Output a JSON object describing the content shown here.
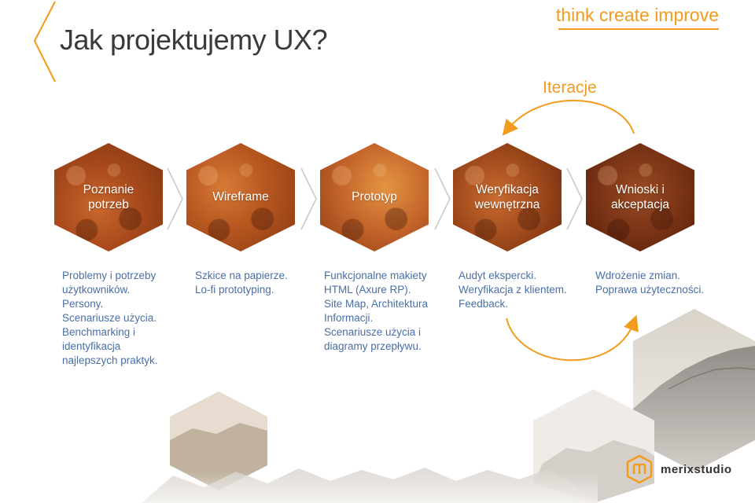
{
  "header": {
    "title": "Jak projektujemy UX?",
    "tagline": "think create improve"
  },
  "iteration": {
    "label": "Iteracje"
  },
  "steps": [
    {
      "label_line1": "Poznanie",
      "label_line2": "potrzeb",
      "description": [
        "Problemy i potrzeby",
        "użytkowników.",
        "Persony.",
        "Scenariusze użycia.",
        "Benchmarking i",
        "identyfikacja",
        "najlepszych praktyk."
      ]
    },
    {
      "label_line1": "Wireframe",
      "label_line2": "",
      "description": [
        "Szkice na papierze.",
        "Lo-fi prototyping."
      ]
    },
    {
      "label_line1": "Prototyp",
      "label_line2": "",
      "description": [
        "Funkcjonalne makiety",
        "HTML (Axure RP).",
        "Site Map, Architektura",
        "Informacji.",
        "Scenariusze użycia i",
        "diagramy przepływu."
      ]
    },
    {
      "label_line1": "Weryfikacja",
      "label_line2": "wewnętrzna",
      "description": [
        "Audyt ekspercki.",
        "Weryfikacja z klientem.",
        "Feedback."
      ]
    },
    {
      "label_line1": "Wnioski i",
      "label_line2": "akceptacja",
      "description": [
        "Wdrożenie zmian.",
        "Poprawa użyteczności."
      ]
    }
  ],
  "brand": {
    "logo_text": "merixstudio",
    "icon": "merixstudio-hexagon-logo"
  },
  "colors": {
    "accent": "#f29b1d",
    "description_text": "#4a6fa8",
    "hex_orange": "#b6561f"
  }
}
